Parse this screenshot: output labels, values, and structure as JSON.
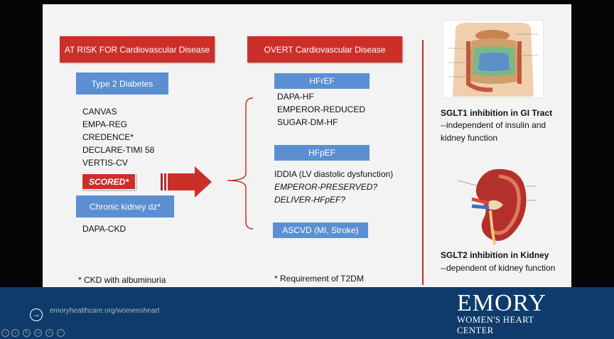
{
  "slide": {
    "left_header": "AT RISK FOR Cardiovascular Disease",
    "right_header": "OVERT Cardiovascular Disease",
    "type2_box": "Type 2 Diabetes",
    "type2_trials": [
      "CANVAS",
      "EMPA-REG",
      "CREDENCE*",
      "DECLARE-TIMI 58",
      "VERTIS-CV"
    ],
    "scored": "SCORED*",
    "ckd_box": "Chronic kidney dz*",
    "ckd_trials": [
      "DAPA-CKD"
    ],
    "ckd_footnote": "* CKD with albuminuria",
    "hfref_box": "HFrEF",
    "hfref_trials": [
      "DAPA-HF",
      "EMPEROR-REDUCED",
      "SUGAR-DM-HF"
    ],
    "hfpef_box": "HFpEF",
    "hfpef_trials": [
      "IDDIA (LV diastolic dysfunction)",
      "EMPEROR-PRESERVED?",
      "DELIVER-HFpEF?"
    ],
    "ascvd_box": "ASCVD (MI, Stroke)",
    "t2dm_footnote": "* Requirement of T2DM",
    "sglt1_title": "SGLT1 inhibition in GI Tract",
    "sglt1_desc": "--independent of insulin and kidney function",
    "sglt2_title": "SGLT2 inhibition in Kidney",
    "sglt2_desc": "--dependent of kidney function",
    "colors": {
      "red": "#cc2f2a",
      "blue": "#5b8fd2",
      "footer": "#0e3b6b"
    }
  },
  "footer": {
    "url": "emoryhealthcare.org/womensheart",
    "logo_main": "EMORY",
    "logo_line1": "WOMEN'S HEART",
    "logo_line2": "CENTER"
  },
  "icons": [
    "arrow-right-circle-icon",
    "prev-slide-icon",
    "next-slide-icon",
    "pen-icon",
    "screen-icon",
    "zoom-icon",
    "more-icon",
    "big-red-arrow",
    "gi-tract-illustration",
    "kidney-illustration"
  ]
}
